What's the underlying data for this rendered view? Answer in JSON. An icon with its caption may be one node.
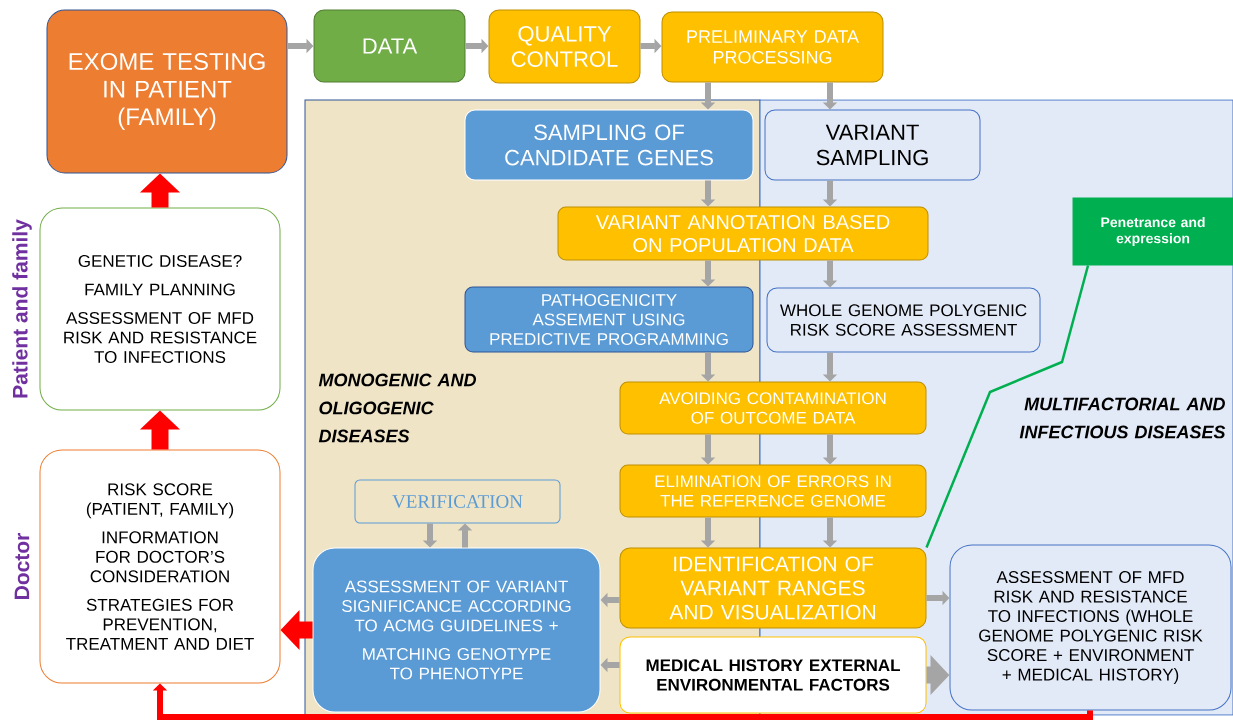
{
  "diagram": {
    "nodes": [
      {
        "text": [
          "EXOME TESTING IN PATIENT (FAMILY)"
        ]
      },
      {
        "text": [
          "DATA"
        ]
      },
      {
        "text": [
          "QUALITY CONTROL"
        ]
      },
      {
        "text": [
          "PRELIMINARY DATA PROCESSING"
        ]
      },
      {
        "text": [
          "GENETIC DISEASE?",
          "FAMILY PLANNING",
          "ASSESSMENT OF MFD RISK AND RESISTANCE TO INFECTIONS"
        ],
        "beside": [
          "Patient and family"
        ]
      },
      {
        "text": [
          "RISK SCORE (PATIENT, FAMILY)",
          "INFORMATION FOR DOCTOR’S CONSIDERATION",
          "STRATEGIES FOR PREVENTION, TREATMENT AND DIET"
        ],
        "beside": [
          "Doctor"
        ]
      },
      {
        "text": [
          "MONOGENIC AND OLIGOGENIC DISEASES"
        ]
      },
      {
        "text": [
          "MULTIFACTORIAL AND INFECTIOUS DISEASES"
        ]
      },
      {
        "text": [
          "SAMPLING OF CANDIDATE GENES"
        ],
        "in": 6
      },
      {
        "text": [
          "VARIANT SAMPLING"
        ],
        "in": 7
      },
      {
        "text": [
          "VARIANT ANNOTATION BASED ON POPULATION DATA"
        ]
      },
      {
        "text": [
          "Penetrance and expression"
        ],
        "in": 7
      },
      {
        "text": [
          "PATHOGENICITY ASSEMENT USING PREDICTIVE PROGRAMMING"
        ],
        "in": 6
      },
      {
        "text": [
          "WHOLE GENOME POLYGENIC RISK SCORE ASSESSMENT"
        ],
        "in": 7
      },
      {
        "text": [
          "AVOIDING CONTAMINATION OF OUTCOME DATA"
        ]
      },
      {
        "text": [
          "ELIMINATION OF ERRORS IN THE REFERENCE GENOME"
        ]
      },
      {
        "text": [
          "VERIFICATION"
        ],
        "in": 6
      },
      {
        "text": [
          "IDENTIFICATION OF VARIANT RANGES AND VISUALIZATION"
        ]
      },
      {
        "text": [
          "ASSESSMENT OF VARIANT SIGNIFICANCE ACCORDING TO ACMG GUIDELINES +",
          "MATCHING GENOTYPE TO PHENOTYPE"
        ],
        "in": 6
      },
      {
        "text": [
          "ASSESSMENT OF MFD RISK AND RESISTANCE TO INFECTIONS (WHOLE GENOME POLYGENIC RISK SCORE + ENVIRONMENT + MEDICAL HISTORY)"
        ],
        "in": 7
      },
      {
        "text": [
          "MEDICAL HISTORY EXTERNAL ENVIRONMENTAL FACTORS"
        ]
      }
    ],
    "edges": [
      {
        "from": 0,
        "to": 1,
        "arrow": "to"
      },
      {
        "from": 1,
        "to": 2,
        "arrow": "to"
      },
      {
        "from": 2,
        "to": 3,
        "arrow": "to"
      },
      {
        "from": 3,
        "to": 8,
        "arrow": "to"
      },
      {
        "from": 3,
        "to": 9,
        "arrow": "to"
      },
      {
        "from": 8,
        "to": 10,
        "arrow": "to"
      },
      {
        "from": 9,
        "to": 10,
        "arrow": "to"
      },
      {
        "from": 10,
        "to": 12,
        "arrow": "to"
      },
      {
        "from": 10,
        "to": 13,
        "arrow": "to"
      },
      {
        "from": 12,
        "to": 14,
        "arrow": "to"
      },
      {
        "from": 13,
        "to": 14,
        "arrow": "to"
      },
      {
        "from": 14,
        "to": 15,
        "arrow": "to"
      },
      {
        "from": 14,
        "to": 15,
        "arrow": "to"
      },
      {
        "from": 15,
        "to": 17,
        "arrow": "to"
      },
      {
        "from": 15,
        "to": 17,
        "arrow": "to"
      },
      {
        "from": 16,
        "to": 18,
        "arrow": "to"
      },
      {
        "from": 18,
        "to": 16,
        "arrow": "to"
      },
      {
        "from": 17,
        "to": 18,
        "arrow": "to"
      },
      {
        "from": 20,
        "to": 18,
        "arrow": "to"
      },
      {
        "from": 17,
        "to": 19,
        "arrow": "to"
      },
      {
        "from": 20,
        "to": 19,
        "arrow": "to",
        "style": "thick"
      },
      {
        "from": 17,
        "to": 11,
        "arrow": "none",
        "color": "#00b050"
      },
      {
        "from": 18,
        "to": 5,
        "arrow": "to",
        "style": "thick",
        "color": "#ff0000"
      },
      {
        "from": 5,
        "to": 4,
        "arrow": "to",
        "style": "thick",
        "color": "#ff0000"
      },
      {
        "from": 4,
        "to": 0,
        "arrow": "to",
        "style": "thick",
        "color": "#ff0000"
      },
      {
        "from": 19,
        "to": 5,
        "arrow": "to",
        "color": "#ff0000"
      }
    ]
  }
}
